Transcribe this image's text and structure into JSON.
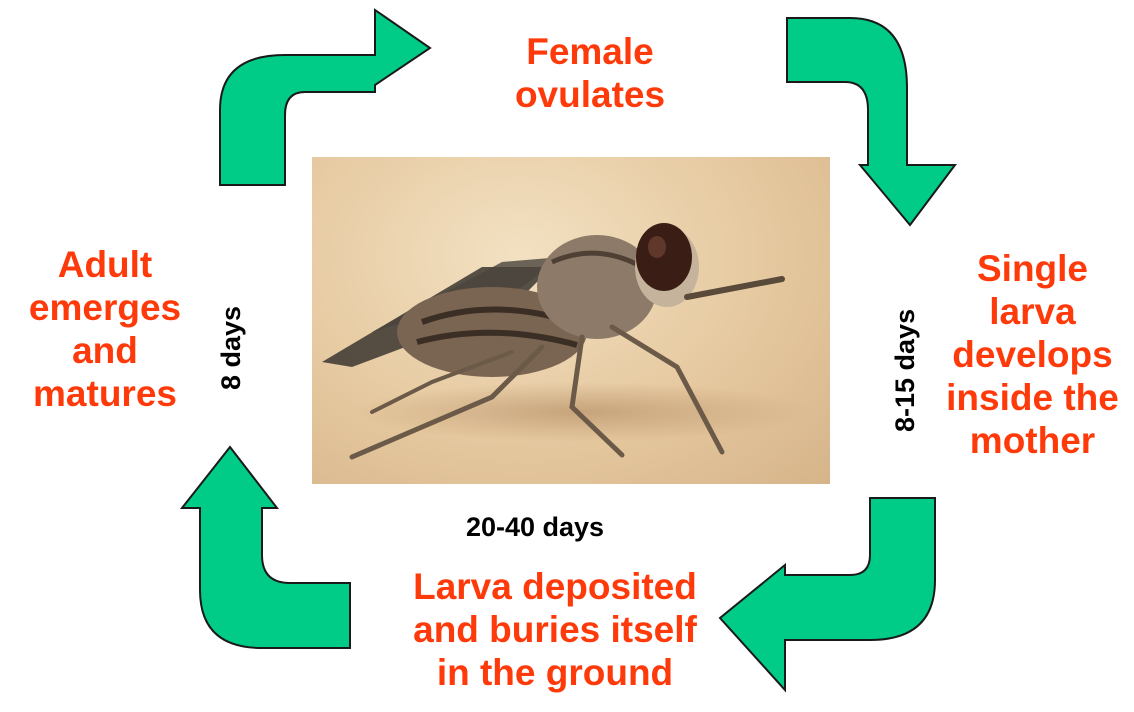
{
  "stages": {
    "top": "Female\novulates",
    "right": "Single\nlarva\ndevelops\ninside the\nmother",
    "bottom": "Larva deposited\nand buries itself\nin the ground",
    "left": "Adult\nemerges\nand\nmatures"
  },
  "durations": {
    "left": "8 days",
    "right": "8-15 days",
    "bottom": "20-40 days"
  },
  "colors": {
    "label": "#ff3a0a",
    "arrow_fill": "#00cc88",
    "arrow_outline": "#1a1a1a",
    "duration_text": "#000000"
  },
  "icons": {
    "photo": "tsetse-fly-photo",
    "arrows": "curved-arrow-icon"
  }
}
